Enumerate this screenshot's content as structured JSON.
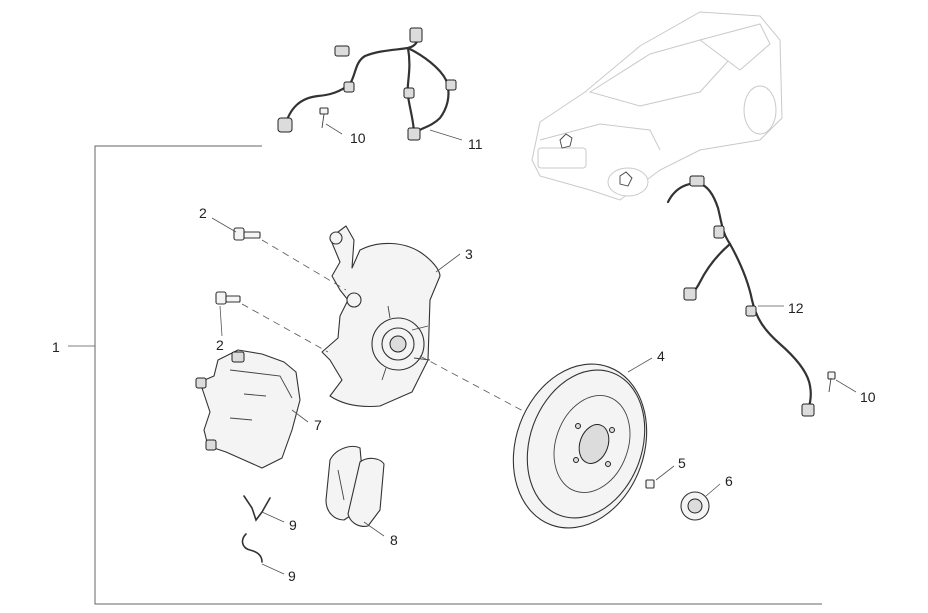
{
  "callouts": {
    "c1": "1",
    "c2a": "2",
    "c2b": "2",
    "c3": "3",
    "c4": "4",
    "c5": "5",
    "c6": "6",
    "c7": "7",
    "c8": "8",
    "c9a": "9",
    "c9b": "9",
    "c10a": "10",
    "c10b": "10",
    "c11": "11",
    "c12": "12"
  }
}
